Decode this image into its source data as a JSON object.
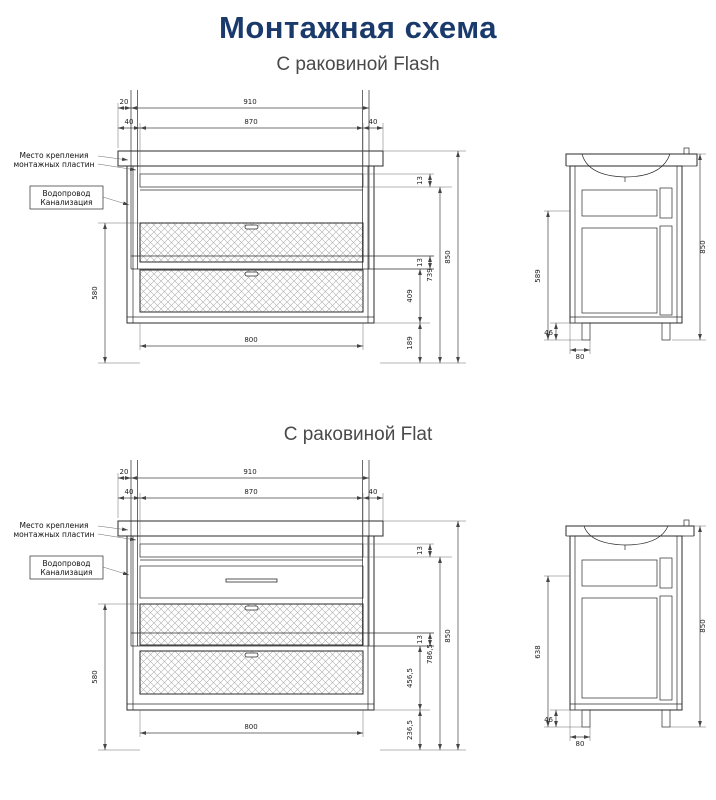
{
  "page": {
    "title": "Монтажная схема"
  },
  "sections": {
    "flash": {
      "subtitle": "С раковиной Flash",
      "labels": {
        "mounting_line1": "Место крепления",
        "mounting_line2": "монтажных пластин",
        "water_supply": "Водопровод",
        "sewerage": "Канализация"
      },
      "front_dims": {
        "plate_offset": "20",
        "plate_width": "910",
        "left_margin": "40",
        "body_width": "870",
        "right_margin": "40",
        "top_gap": "13",
        "pipe_gap": "13",
        "inner_height": "739",
        "total_height": "850",
        "pipe_height": "409",
        "floor_offset": "189",
        "service_height": "580",
        "drawer_width": "800"
      },
      "side_dims": {
        "total_height": "850",
        "inner_height": "589",
        "leg_height": "46",
        "leg_inset": "80"
      }
    },
    "flat": {
      "subtitle": "С раковиной Flat",
      "labels": {
        "mounting_line1": "Место крепления",
        "mounting_line2": "монтажных пластин",
        "water_supply": "Водопровод",
        "sewerage": "Канализация"
      },
      "front_dims": {
        "plate_offset": "20",
        "plate_width": "910",
        "left_margin": "40",
        "body_width": "870",
        "right_margin": "40",
        "top_gap": "13",
        "pipe_gap": "13",
        "inner_height": "786,5",
        "total_height": "850",
        "pipe_height": "456,5",
        "floor_offset": "236,5",
        "service_height": "580",
        "drawer_width": "800"
      },
      "side_dims": {
        "total_height": "850",
        "inner_height": "638",
        "leg_height": "46",
        "leg_inset": "80"
      }
    }
  }
}
